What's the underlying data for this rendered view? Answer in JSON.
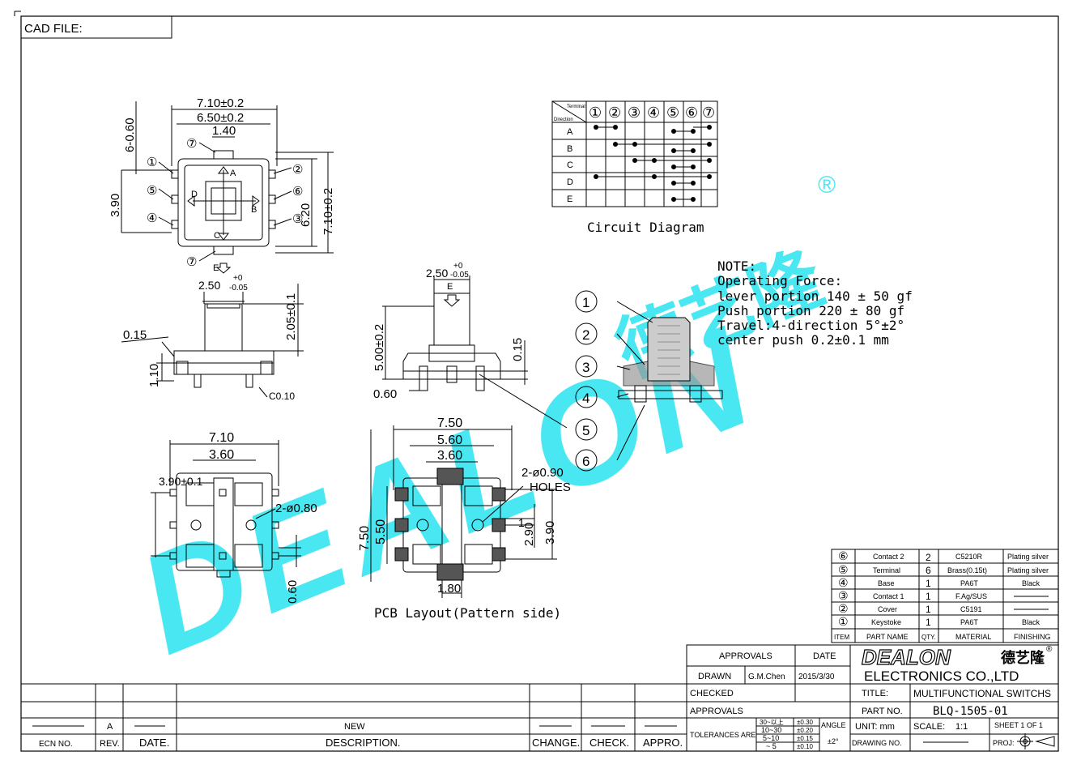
{
  "cad_file_label": "CAD FILE:",
  "dimensions": {
    "top_width_outer": "7.10±0.2",
    "top_width_inner": "6.50±0.2",
    "top_center": "1.40",
    "top_left_vertical": "6-0.60",
    "top_left_pitch": "3.90",
    "top_right_inner": "6.20",
    "top_right_outer": "7.10±0.2",
    "side_actuator": "2.50",
    "side_actuator_tol_upper": "+0",
    "side_actuator_tol_lower": "-0.05",
    "side_height": "2.05±0.1",
    "side_thickness": "0.15",
    "side_base": "1.10",
    "side_chamfer": "C0.10",
    "front_actuator": "2.50",
    "front_tol_upper": "+0",
    "front_tol_lower": "-0.05",
    "front_height": "5.00±0.2",
    "front_lever": "0.15",
    "front_leg": "0.60",
    "bottom_width": "7.10",
    "bottom_inner": "3.60",
    "bottom_pitch": "3.90±0.1",
    "bottom_holes": "2-ø0.80",
    "bottom_leg": "0.60",
    "pcb_width": "7.50",
    "pcb_inner1": "5.60",
    "pcb_inner2": "3.60",
    "pcb_height_outer": "7.50",
    "pcb_height_inner": "5.50",
    "pcb_holes": "2-ø0.90",
    "pcb_holes_label": "HOLES",
    "pcb_pitch1": "2.90",
    "pcb_pitch2": "3.90",
    "pcb_pad": "1.80",
    "pcb_one": "1"
  },
  "direction_labels": {
    "a": "A",
    "b": "B",
    "c": "C",
    "d": "D",
    "e": "E"
  },
  "terminal_numbers": [
    "①",
    "②",
    "③",
    "④",
    "⑤",
    "⑥",
    "⑦"
  ],
  "circuit": {
    "header_terminal": "Terminal",
    "header_direction": "Direction",
    "columns": [
      "①",
      "②",
      "③",
      "④",
      "⑤",
      "⑥",
      "⑦"
    ],
    "rows": [
      "A",
      "B",
      "C",
      "D",
      "E"
    ],
    "caption": "Circuit Diagram"
  },
  "pcb_caption": "PCB Layout(Pattern side)",
  "note": {
    "title": "NOTE:",
    "lines": [
      "Operating Force:",
      "lever portion 140 ± 50 gf",
      "Push portion 220 ± 80 gf",
      "Travel:4-direction 5°±2°",
      "center push 0.2±0.1 mm"
    ]
  },
  "callouts": [
    "①",
    "②",
    "③",
    "④",
    "⑤",
    "⑥"
  ],
  "watermark": {
    "text": "DEALON",
    "chinese": "德艺隆",
    "registered": "®",
    "color": "#3fe6f2"
  },
  "bom": {
    "rows": [
      {
        "item": "⑥",
        "name": "Contact 2",
        "qty": "2",
        "material": "C5210R",
        "finishing": "Plating silver"
      },
      {
        "item": "⑤",
        "name": "Terminal",
        "qty": "6",
        "material": "Brass(0.15t)",
        "finishing": "Plating silver"
      },
      {
        "item": "④",
        "name": "Base",
        "qty": "1",
        "material": "PA6T",
        "finishing": "Black"
      },
      {
        "item": "③",
        "name": "Contact 1",
        "qty": "1",
        "material": "F.Ag/SUS",
        "finishing": ""
      },
      {
        "item": "②",
        "name": "Cover",
        "qty": "1",
        "material": "C5191",
        "finishing": ""
      },
      {
        "item": "①",
        "name": "Keystoke",
        "qty": "1",
        "material": "PA6T",
        "finishing": "Black"
      }
    ],
    "header": {
      "item": "ITEM",
      "name": "PART NAME",
      "qty": "QTY.",
      "material": "MATERIAL",
      "finishing": "FINISHING"
    }
  },
  "title_block": {
    "approvals_header": "APPROVALS",
    "date_header": "DATE",
    "drawn_label": "DRAWN",
    "drawn_by": "G.M.Chen",
    "drawn_date": "2015/3/30",
    "checked_label": "CHECKED",
    "approvals_label": "APPROVALS",
    "company_logo": "DEALON",
    "company_logo_cn": "德艺隆",
    "company_logo_r": "®",
    "company_name": "ELECTRONICS CO.,LTD",
    "title_label": "TITLE:",
    "title_value": "MULTIFUNCTIONAL SWITCHS",
    "part_no_label": "PART NO.",
    "part_no_value": "BLQ-1505-01",
    "tolerances_label": "TOLERANCES ARE",
    "tol_ranges": [
      "30~以上",
      "10~30",
      "5~10",
      "~ 5"
    ],
    "tol_values": [
      "±0.30",
      "±0.20",
      "±0.15",
      "±0.10"
    ],
    "angle_label": "ANGLE",
    "angle_value": "±2°",
    "unit": "UNIT: mm",
    "scale_label": "SCALE:",
    "scale_value": "1:1",
    "sheet": "SHEET  1 OF 1",
    "drawing_no_label": "DRAWING NO.",
    "proj_label": "PROJ:"
  },
  "revision": {
    "rev_value": "A",
    "desc_value": "NEW",
    "labels": {
      "ecn": "ECN NO.",
      "rev": "REV.",
      "date": "DATE.",
      "desc": "DESCRIPTION.",
      "change": "CHANGE.",
      "check": "CHECK.",
      "appro": "APPRO."
    }
  }
}
